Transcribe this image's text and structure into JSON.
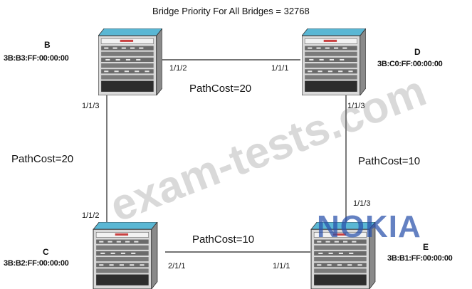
{
  "title": "Bridge Priority For All Bridges = 32768",
  "watermark": "exam-tests.com",
  "logo": "NOKIA",
  "bridges": {
    "b": {
      "name": "B",
      "mac": "3B:B3:FF:00:00:00"
    },
    "d": {
      "name": "D",
      "mac": "3B:C0:FF:00:00:00"
    },
    "c": {
      "name": "C",
      "mac": "3B:B2:FF:00:00:00"
    },
    "e": {
      "name": "E",
      "mac": "3B:B1:FF:00:00:00"
    }
  },
  "ports": {
    "b_d": "1/1/2",
    "d_b": "1/1/1",
    "b_c": "1/1/3",
    "c_b": "1/1/2",
    "d_e": "1/1/3",
    "e_d": "1/1/3",
    "c_e": "2/1/1",
    "e_c": "1/1/1"
  },
  "costs": {
    "b_d": "PathCost=20",
    "b_c": "PathCost=20",
    "d_e": "PathCost=10",
    "c_e": "PathCost=10"
  }
}
